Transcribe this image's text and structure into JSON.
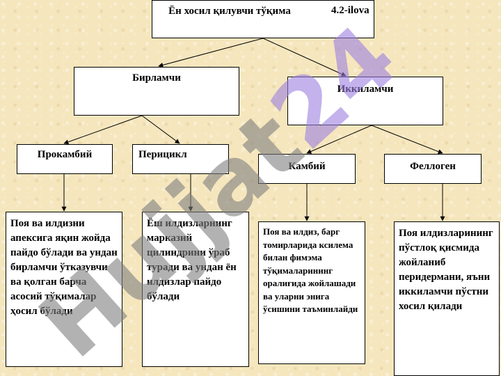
{
  "figure_label": "4.2-ilova",
  "watermark": "Hujjat24",
  "colors": {
    "watermark_gray": "#7f7f7f",
    "watermark_violet": "#9b7fe0",
    "box_border": "#000000"
  },
  "nodes": {
    "root": "Ён хосил қилувчи тўқима",
    "primary": "Бирламчи",
    "secondary": "Иккиламчи",
    "procambium": "Прокамбий",
    "pericycle": "Перицикл",
    "cambium": "Камбий",
    "phellogen": "Феллоген"
  },
  "descriptions": {
    "procambium": "Поя ва илдизни апексига яқин жойда пайдо бўлади ва ундан бирламчи ўтказувчи ва қолган барча асосий тўқималар ҳосил бўлади",
    "pericycle": "Ёш илдизларнинг марказий цилиндрини ўраб туради ва ундан ён илдизлар пайдо бўлади",
    "cambium": "Поя ва илдиз, барг томирларида ксилема билан фимэма тўқималарининг оралиғида жойлашади ва уларни энига ўсишини таъминлайди",
    "phellogen": "Поя илдизларининг пўстлоқ қисмида жойланиб перидермани, яъни иккиламчи пўстни хосил қилади"
  }
}
